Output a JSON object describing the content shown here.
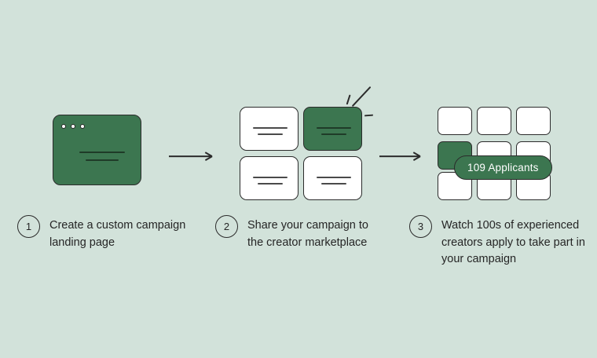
{
  "theme": {
    "background": "#d2e2da",
    "accent_green": "#3c7650",
    "outline": "#2b2b2b",
    "text": "#252525",
    "card_white": "#ffffff"
  },
  "illustrations": {
    "step1": {
      "name": "browser-window-mockup",
      "dots": [
        "dot-1",
        "dot-2",
        "dot-3"
      ],
      "content_lines": 2
    },
    "step2": {
      "name": "card-grid-2x2",
      "cards": [
        {
          "id": "card-1",
          "state": "default"
        },
        {
          "id": "card-2",
          "state": "selected"
        },
        {
          "id": "card-3",
          "state": "default"
        },
        {
          "id": "card-4",
          "state": "default"
        }
      ],
      "sparkle": "sparkle-icon"
    },
    "step3": {
      "name": "card-grid-3x3",
      "cards": [
        {
          "id": "card-1",
          "state": "default"
        },
        {
          "id": "card-2",
          "state": "default"
        },
        {
          "id": "card-3",
          "state": "default"
        },
        {
          "id": "card-4",
          "state": "selected"
        },
        {
          "id": "card-5",
          "state": "default"
        },
        {
          "id": "card-6",
          "state": "default"
        },
        {
          "id": "card-7",
          "state": "default"
        },
        {
          "id": "card-8",
          "state": "default"
        },
        {
          "id": "card-9",
          "state": "default"
        }
      ],
      "badge": "109 Applicants"
    }
  },
  "arrows": [
    {
      "name": "arrow-step1-to-step2",
      "direction": "right"
    },
    {
      "name": "arrow-step2-to-step3",
      "direction": "right"
    }
  ],
  "steps": [
    {
      "number": "1",
      "text": "Create a custom campaign landing page"
    },
    {
      "number": "2",
      "text": "Share your campaign to the creator marketplace"
    },
    {
      "number": "3",
      "text": "Watch 100s of experienced creators apply to take part in your campaign"
    }
  ]
}
